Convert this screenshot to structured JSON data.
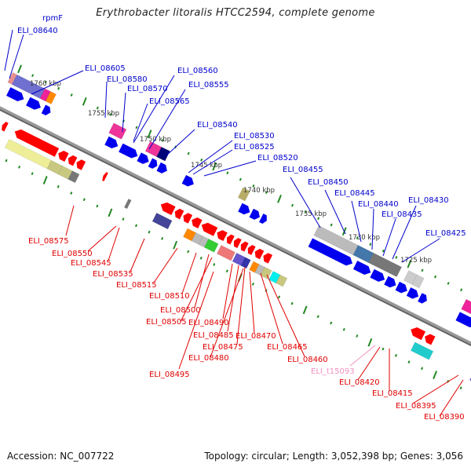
{
  "title": "Erythrobacter litoralis HTCC2594, complete genome",
  "footer": {
    "accession": "Accession: NC_007722",
    "topology": "Topology: circular; Length: 3,052,398 bp; Genes: 3,056"
  },
  "colors": {
    "forward_label": "#0000cc",
    "reverse_label": "#e00000",
    "trna_label": "#f090c0",
    "backbone": "#888888",
    "tick": "#228822"
  },
  "scale_ticks": [
    "1760 kbp",
    "1755 kbp",
    "1750 kbp",
    "1745 kbp",
    "1740 kbp",
    "1735 kbp",
    "1730 kbp",
    "1725 kbp"
  ],
  "forward_labels": [
    "rpmF",
    "ELI_08640",
    "ELI_08605",
    "ELI_08580",
    "ELI_08570",
    "ELI_08565",
    "ELI_08560",
    "ELI_08555",
    "ELI_08540",
    "ELI_08530",
    "ELI_08525",
    "ELI_08520",
    "ELI_08455",
    "ELI_08450",
    "ELI_08445",
    "ELI_08440",
    "ELI_08435",
    "ELI_08430",
    "ELI_08425"
  ],
  "reverse_labels": [
    "ELI_08575",
    "ELI_08550",
    "ELI_08545",
    "ELI_08535",
    "ELI_08515",
    "ELI_08510",
    "ELI_08500",
    "ELI_08505",
    "ELI_08490",
    "ELI_08485",
    "ELI_08475",
    "ELI_08480",
    "ELI_08495",
    "ELI_08470",
    "ELI_08465",
    "ELI_08460",
    "ELI_08420",
    "ELI_08415",
    "ELI_08395",
    "ELI_08390"
  ],
  "trna_labels": [
    "ELI_t15093"
  ]
}
